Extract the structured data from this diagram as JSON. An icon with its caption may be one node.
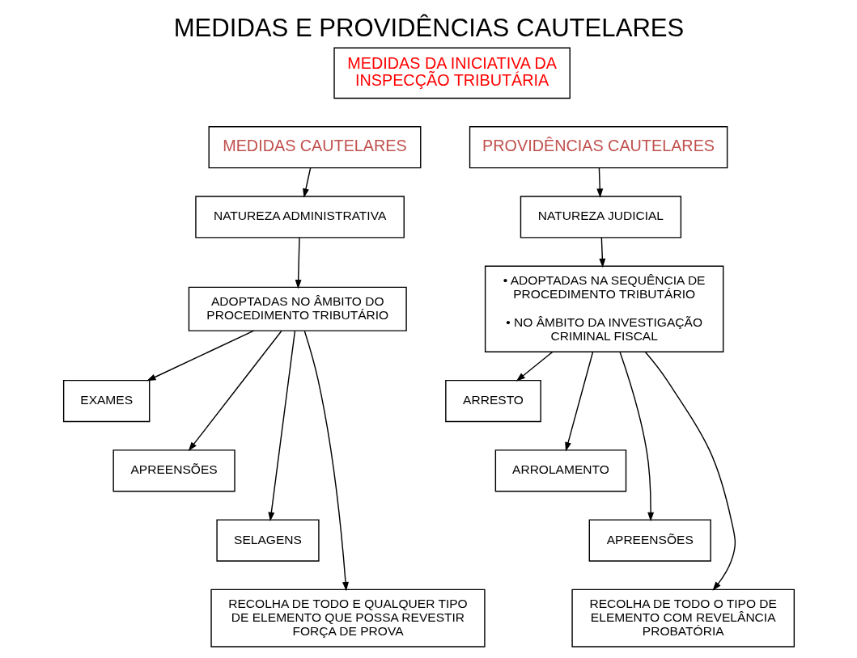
{
  "diagram": {
    "title": "MEDIDAS E PROVIDÊNCIAS CAUTELARES",
    "nodes": [
      {
        "text": [
          "MEDIDAS DA INICIATIVA DA INSPECÇÃO TRIBUTÁRIA"
        ]
      },
      {
        "text": [
          "MEDIDAS CAUTELARES"
        ]
      },
      {
        "text": [
          "PROVIDÊNCIAS CAUTELARES"
        ]
      },
      {
        "text": [
          "NATUREZA ADMINISTRATIVA"
        ]
      },
      {
        "text": [
          "NATUREZA JUDICIAL"
        ]
      },
      {
        "text": [
          "ADOPTADAS NO ÂMBITO DO PROCEDIMENTO TRIBUTÁRIO"
        ]
      },
      {
        "text": [
          "• ADOPTADAS NA SEQUÊNCIA DE PROCEDIMENTO TRIBUTÁRIO",
          "• NO ÂMBITO DA INVESTIGAÇÃO CRIMINAL FISCAL"
        ]
      },
      {
        "text": [
          "EXAMES"
        ]
      },
      {
        "text": [
          "APREENSÕES"
        ]
      },
      {
        "text": [
          "SELAGENS"
        ]
      },
      {
        "text": [
          "RECOLHA DE TODO E QUALQUER TIPO DE ELEMENTO QUE POSSA REVESTIR FORÇA DE PROVA"
        ]
      },
      {
        "text": [
          "ARRESTO"
        ]
      },
      {
        "text": [
          "ARROLAMENTO"
        ]
      },
      {
        "text": [
          "APREENSÕES"
        ]
      },
      {
        "text": [
          "RECOLHA DE TODO O TIPO DE ELEMENTO COM REVELÂNCIA PROBATÓRIA"
        ]
      }
    ],
    "edges": [
      {
        "from": 1,
        "to": 3,
        "arrow": "to"
      },
      {
        "from": 3,
        "to": 5,
        "arrow": "to"
      },
      {
        "from": 5,
        "to": 7,
        "arrow": "to"
      },
      {
        "from": 5,
        "to": 8,
        "arrow": "to"
      },
      {
        "from": 5,
        "to": 9,
        "arrow": "to"
      },
      {
        "from": 5,
        "to": 10,
        "arrow": "to"
      },
      {
        "from": 2,
        "to": 4,
        "arrow": "to"
      },
      {
        "from": 4,
        "to": 6,
        "arrow": "to"
      },
      {
        "from": 6,
        "to": 11,
        "arrow": "to"
      },
      {
        "from": 6,
        "to": 12,
        "arrow": "to"
      },
      {
        "from": 6,
        "to": 13,
        "arrow": "to"
      },
      {
        "from": 6,
        "to": 14,
        "arrow": "to"
      }
    ]
  }
}
